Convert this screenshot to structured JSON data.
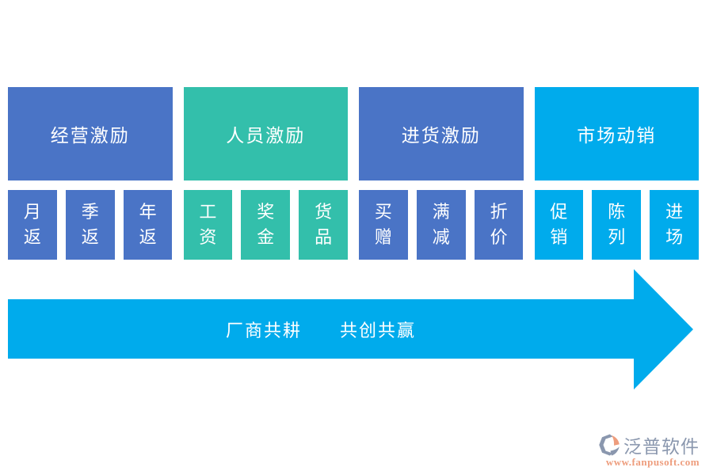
{
  "colors": {
    "blue": "#4a74c6",
    "teal": "#33bfab",
    "cyan": "#00abec",
    "text_on_box": "#ffffff",
    "logo_gray_blue": "#8a97ae",
    "logo_salmon": "#ee9d7d",
    "background": "#ffffff"
  },
  "columns": [
    {
      "header": "经营激励",
      "color": "#4a74c6",
      "items": [
        "月返",
        "季返",
        "年返"
      ]
    },
    {
      "header": "人员激励",
      "color": "#33bfab",
      "items": [
        "工资",
        "奖金",
        "货品"
      ]
    },
    {
      "header": "进货激励",
      "color": "#4a74c6",
      "items": [
        "买赠",
        "满减",
        "折价"
      ]
    },
    {
      "header": "市场动销",
      "color": "#00abec",
      "items": [
        "促销",
        "陈列",
        "进场"
      ]
    }
  ],
  "arrow": {
    "label": "厂商共耕　　共创共赢",
    "color": "#00abec"
  },
  "logo": {
    "name": "泛普软件",
    "url": "www.fanpusoft.com"
  }
}
